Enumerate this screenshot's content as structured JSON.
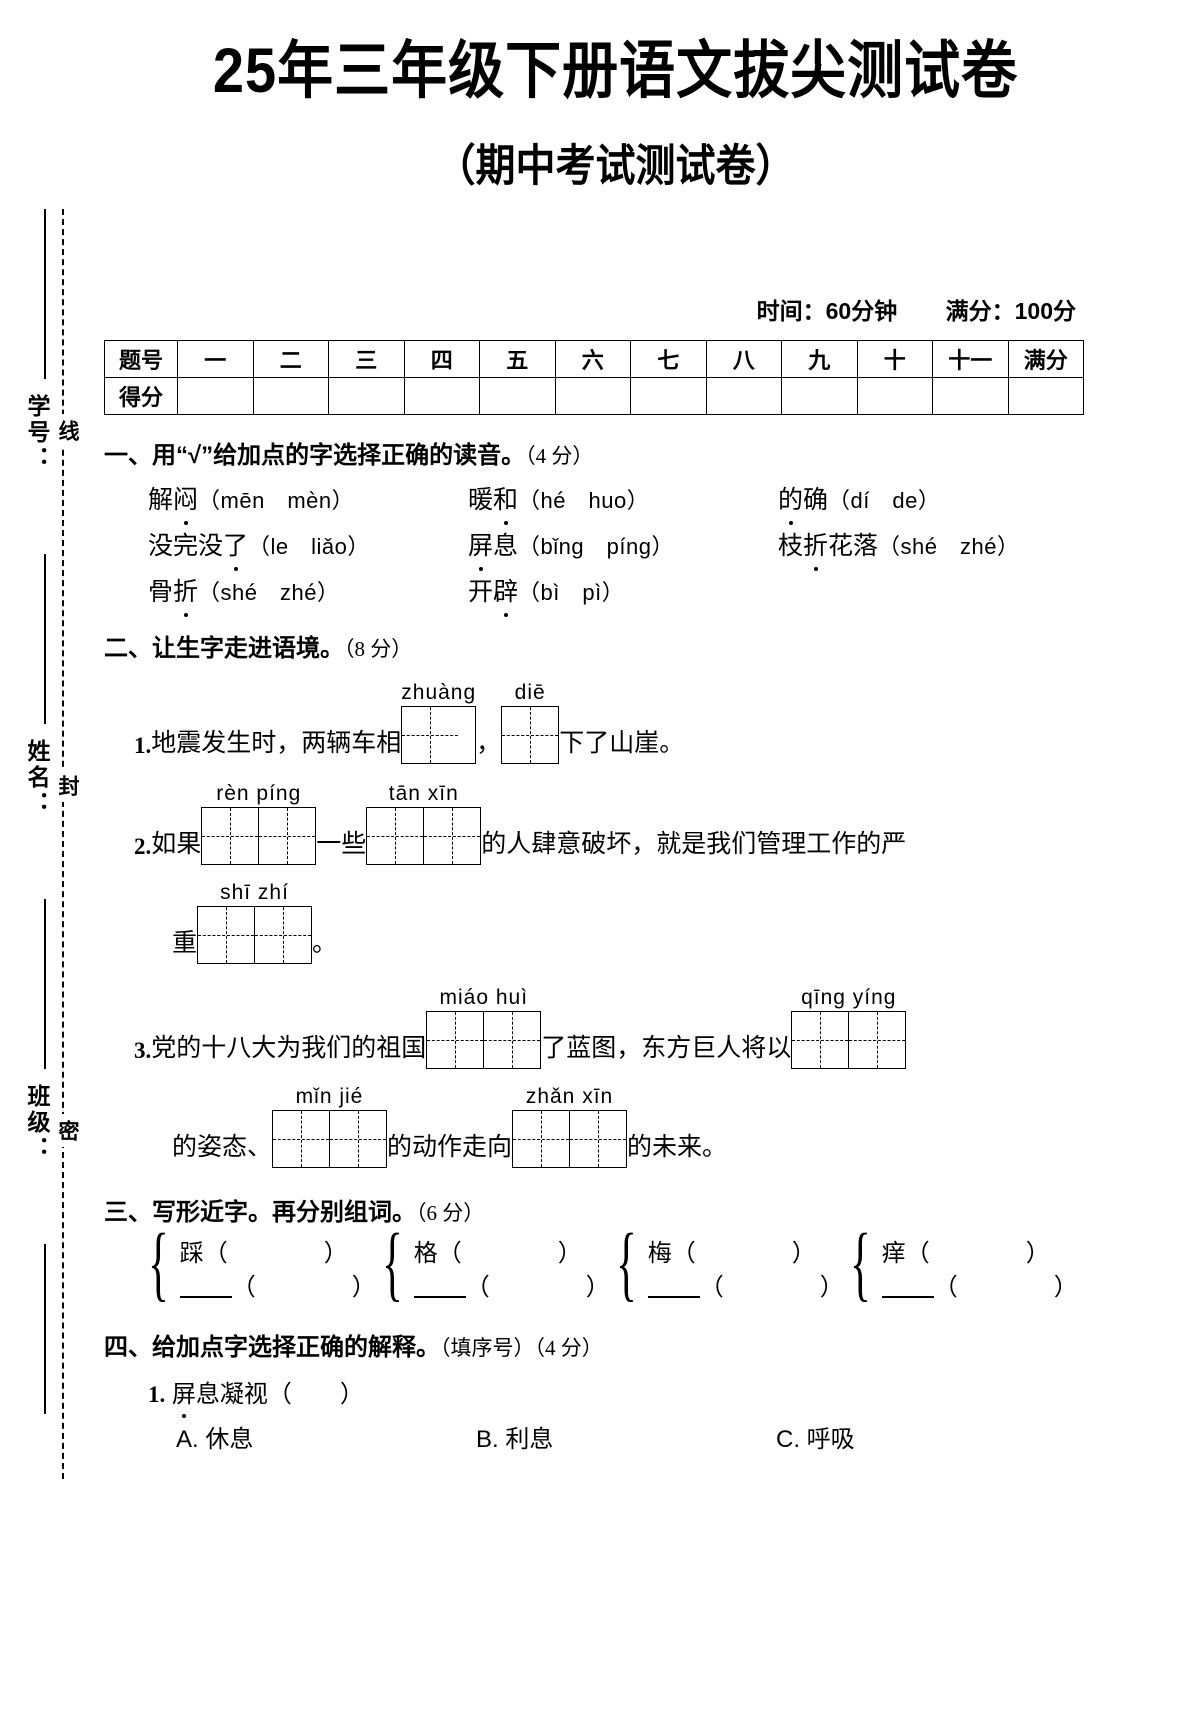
{
  "title": {
    "main": "25年三年级下册语文拔尖测试卷",
    "sub": "（期中考试测试卷）"
  },
  "meta": {
    "time": "时间：60分钟",
    "full_score": "满分：100分"
  },
  "left_margin": {
    "fields": [
      "学号：",
      "姓名：",
      "班级："
    ],
    "seal_chars": [
      "线",
      "封",
      "密"
    ]
  },
  "score_table": {
    "row_labels": [
      "题号",
      "得分"
    ],
    "columns": [
      "一",
      "二",
      "三",
      "四",
      "五",
      "六",
      "七",
      "八",
      "九",
      "十",
      "十一",
      "满分"
    ]
  },
  "sections": [
    {
      "id": "s1",
      "heading": "一、用“√”给加点的字选择正确的读音。",
      "points": "（4 分）",
      "rows": [
        [
          {
            "pre": "解",
            "dot": "闷",
            "py": "（mēn　mèn）"
          },
          {
            "pre": "暖",
            "dot": "和",
            "py": "（hé　huo）"
          },
          {
            "pre": "",
            "dot": "的",
            "post": "确",
            "py": "（dí　de）"
          }
        ],
        [
          {
            "pre": "没完没",
            "dot": "了",
            "py": "（le　liǎo）"
          },
          {
            "pre": "",
            "dot": "屏",
            "post": "息",
            "py": "（bǐng　píng）"
          },
          {
            "pre": "枝",
            "dot": "折",
            "post": "花落",
            "py": "（shé　zhé）"
          }
        ],
        [
          {
            "pre": "骨",
            "dot": "折",
            "py": "（shé　zhé）"
          },
          {
            "pre": "开",
            "dot": "辟",
            "py": "（bì　pì）"
          }
        ]
      ]
    },
    {
      "id": "s2",
      "heading": "二、让生字走进语境。",
      "points": "（8 分）",
      "items": [
        {
          "num": "1.",
          "parts": [
            {
              "type": "text",
              "value": "地震发生时，两辆车相"
            },
            {
              "type": "grid",
              "pinyin": "zhuàng",
              "cells": 1
            },
            {
              "type": "text",
              "value": "，"
            },
            {
              "type": "grid",
              "pinyin": "diē",
              "cells": 1
            },
            {
              "type": "text",
              "value": "下了山崖。"
            }
          ]
        },
        {
          "num": "2.",
          "parts": [
            {
              "type": "text",
              "value": "如果"
            },
            {
              "type": "grid",
              "pinyin": "rèn  píng",
              "cells": 2
            },
            {
              "type": "text",
              "value": "一些"
            },
            {
              "type": "grid",
              "pinyin": "tān  xīn",
              "cells": 2
            },
            {
              "type": "text",
              "value": "的人肆意破坏，就是我们管理工作的严"
            }
          ],
          "parts2": [
            {
              "type": "text",
              "value": "重"
            },
            {
              "type": "grid",
              "pinyin": "shī  zhí",
              "cells": 2
            },
            {
              "type": "text",
              "value": "。"
            }
          ]
        },
        {
          "num": "3.",
          "parts": [
            {
              "type": "text",
              "value": "党的十八大为我们的祖国"
            },
            {
              "type": "grid",
              "pinyin": "miáo  huì",
              "cells": 2
            },
            {
              "type": "text",
              "value": "了蓝图，东方巨人将以"
            },
            {
              "type": "grid",
              "pinyin": "qīng  yíng",
              "cells": 2
            }
          ],
          "parts2": [
            {
              "type": "text",
              "value": "的姿态、"
            },
            {
              "type": "grid",
              "pinyin": "mǐn  jié",
              "cells": 2
            },
            {
              "type": "text",
              "value": "的动作走向"
            },
            {
              "type": "grid",
              "pinyin": "zhǎn  xīn",
              "cells": 2
            },
            {
              "type": "text",
              "value": "的未来。"
            }
          ]
        }
      ]
    },
    {
      "id": "s3",
      "heading": "三、写形近字。再分别组词。",
      "points": "（6 分）",
      "groups": [
        {
          "top_char": "踩",
          "top_paren": "（　　　　）",
          "bottom_paren": "（　　　　）"
        },
        {
          "top_char": "格",
          "top_paren": "（　　　　）",
          "bottom_paren": "（　　　　）"
        },
        {
          "top_char": "梅",
          "top_paren": "（　　　　）",
          "bottom_paren": "（　　　　）"
        },
        {
          "top_char": "痒",
          "top_paren": "（　　　　）",
          "bottom_paren": "（　　　　）"
        }
      ]
    },
    {
      "id": "s4",
      "heading": "四、给加点字选择正确的解释。",
      "points": "（填序号）（4 分）",
      "questions": [
        {
          "num": "1.",
          "stem_pre": "",
          "stem_dot": "屏",
          "stem_post": "息凝视（　　）",
          "options": [
            "A. 休息",
            "B. 利息",
            "C. 呼吸"
          ]
        }
      ]
    }
  ]
}
